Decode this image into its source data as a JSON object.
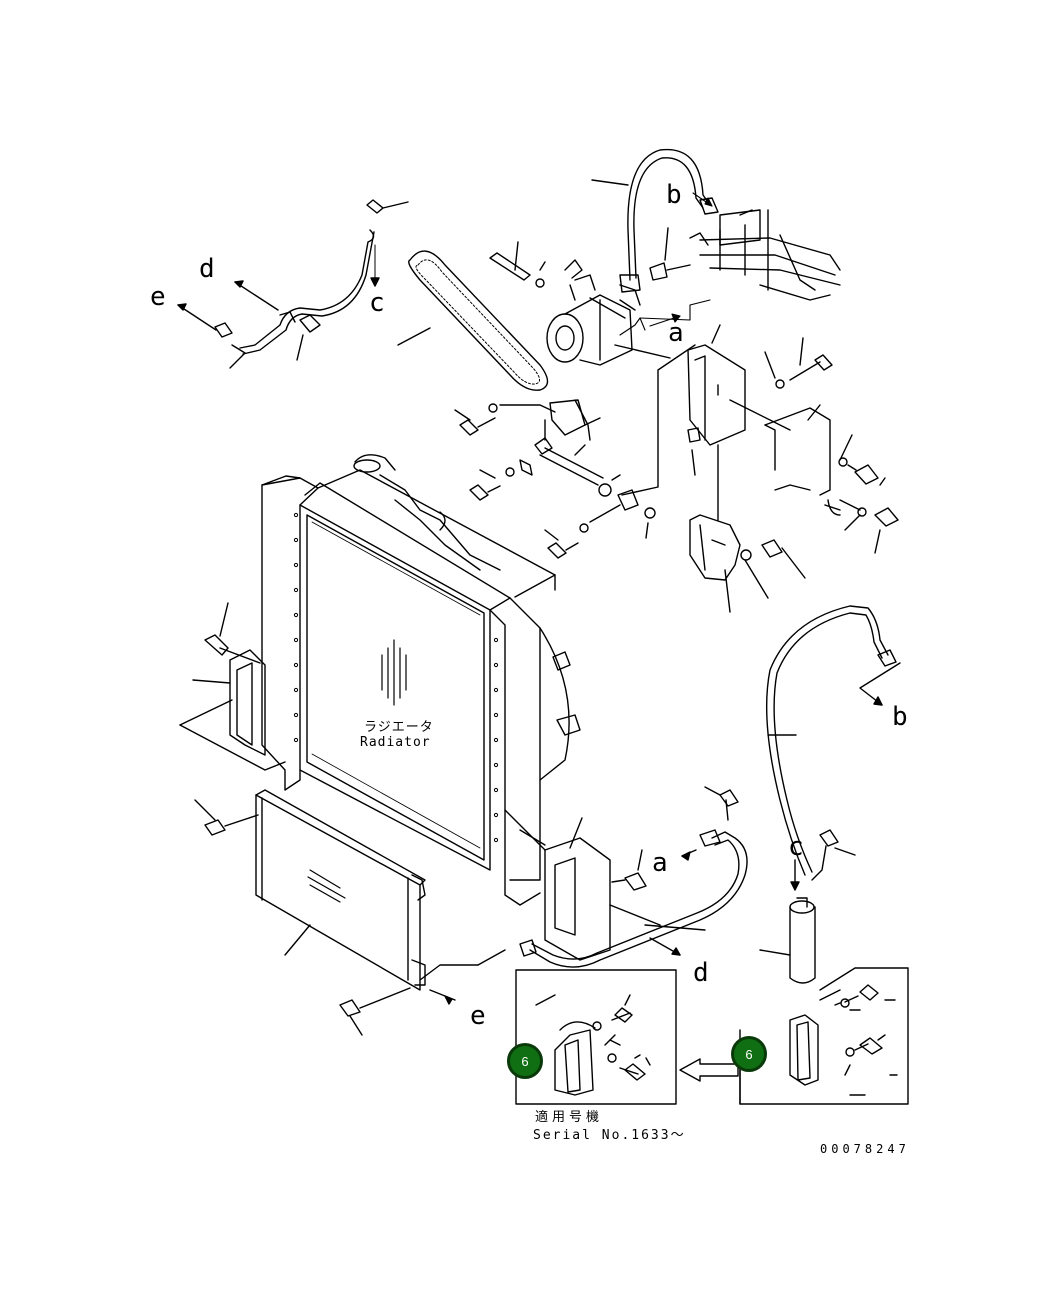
{
  "radiator": {
    "label_jp": "ラジエータ",
    "label_en": "Radiator"
  },
  "connection_labels": {
    "a_top": "a",
    "a_mid": "a",
    "b_top": "b",
    "b_right": "b",
    "c_top": "c",
    "c_right": "c",
    "d_top": "d",
    "d_bottom": "d",
    "e_top": "e",
    "e_bottom": "e"
  },
  "applicability": {
    "label_jp": "適用号機",
    "serial": "Serial No.1633～"
  },
  "callouts": [
    {
      "number": "6"
    },
    {
      "number": "6"
    }
  ],
  "drawing_number": "00078247"
}
